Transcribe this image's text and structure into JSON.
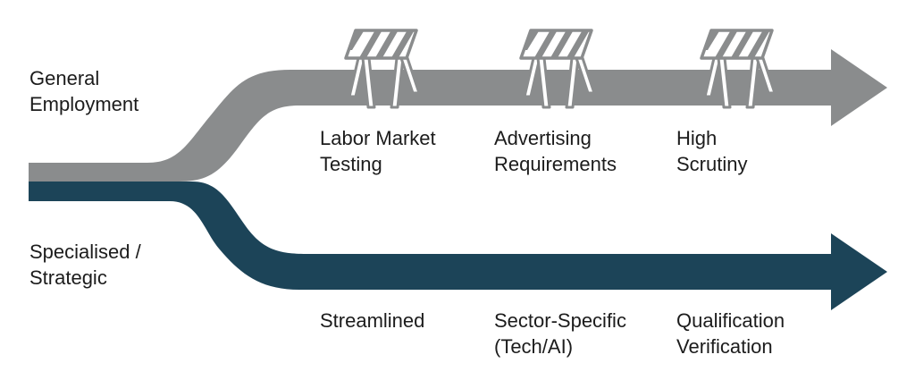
{
  "colors": {
    "general_track": "#8a8c8d",
    "specialised_track": "#1c4458",
    "barrier_fill": "#ffffff",
    "barrier_stroke": "#8a8c8d",
    "text": "#1c1c1c",
    "background": "#ffffff"
  },
  "tracks": {
    "general": {
      "label_lines": [
        "General",
        "Employment"
      ],
      "icon": "barrier-icon",
      "steps": [
        {
          "lines": [
            "Labor Market",
            "Testing"
          ],
          "has_barrier": true
        },
        {
          "lines": [
            "Advertising",
            "Requirements"
          ],
          "has_barrier": true
        },
        {
          "lines": [
            "High",
            "Scrutiny"
          ],
          "has_barrier": true
        }
      ]
    },
    "specialised": {
      "label_lines": [
        "Specialised /",
        "Strategic"
      ],
      "steps": [
        {
          "lines": [
            "Streamlined"
          ],
          "has_barrier": false
        },
        {
          "lines": [
            "Sector-Specific",
            "(Tech/AI)"
          ],
          "has_barrier": false
        },
        {
          "lines": [
            "Qualification",
            "Verification"
          ],
          "has_barrier": false
        }
      ]
    }
  }
}
